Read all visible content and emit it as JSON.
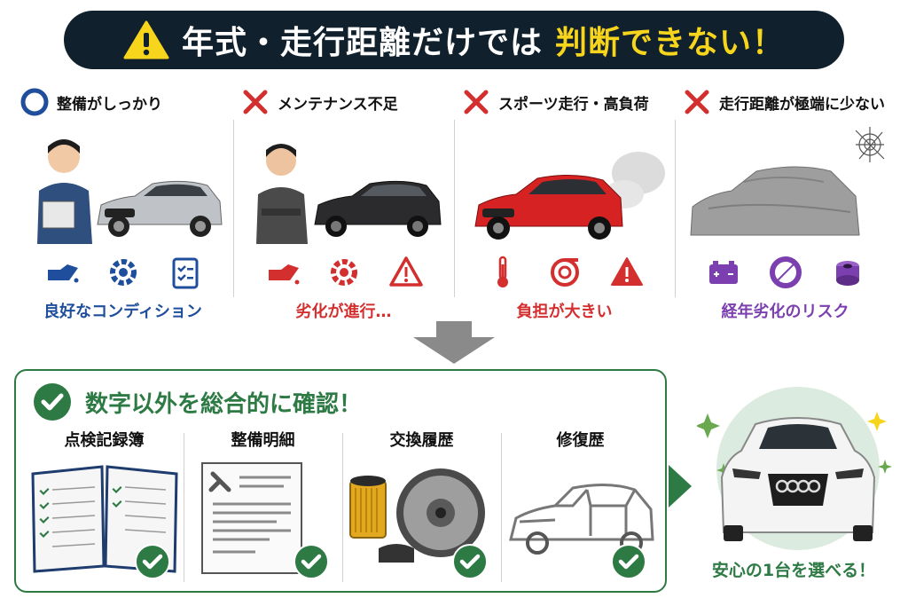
{
  "header": {
    "title_main": "年式・走行距離だけでは",
    "title_highlight": "判断できない！"
  },
  "columns": [
    {
      "mark": "circle",
      "label": "整備がしっかり",
      "caption": "良好なコンディション",
      "caption_color": "#1f4e9c",
      "icons": [
        "oil-can-icon",
        "gear-icon",
        "checklist-icon"
      ]
    },
    {
      "mark": "cross",
      "label": "メンテナンス不足",
      "caption": "劣化が進行…",
      "caption_color": "#d32f2f",
      "icons": [
        "oil-can-icon",
        "gear-icon",
        "warning-icon"
      ]
    },
    {
      "mark": "cross",
      "label": "スポーツ走行・高負荷",
      "caption": "負担が大きい",
      "caption_color": "#d32f2f",
      "icons": [
        "thermometer-icon",
        "turbo-icon",
        "warning-icon"
      ]
    },
    {
      "mark": "cross",
      "label": "走行距離が極端に少ない",
      "caption": "経年劣化のリスク",
      "caption_color": "#7b3fb0",
      "icons": [
        "battery-icon",
        "belt-icon",
        "bushing-icon"
      ]
    }
  ],
  "check_section": {
    "title": "数字以外を総合的に確認！",
    "items": [
      {
        "label": "点検記録簿"
      },
      {
        "label": "整備明細"
      },
      {
        "label": "交換履歴"
      },
      {
        "label": "修復歴"
      }
    ]
  },
  "result": {
    "caption": "安心の1台を選べる！"
  },
  "colors": {
    "banner_bg": "#10202c",
    "highlight": "#f7d51d",
    "good": "#1f4e9c",
    "bad": "#d32f2f",
    "aging": "#7b3fb0",
    "check_green": "#2d7a44"
  }
}
